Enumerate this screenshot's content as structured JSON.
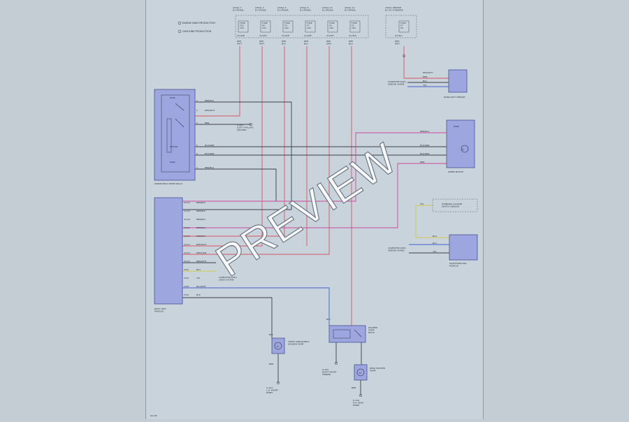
{
  "sheet_code": "9A-1M",
  "legend": {
    "items": [
      "ENGINE MAIN PRODUCTION",
      "GASOLINE PRODUCTION"
    ]
  },
  "fuse_box": {
    "labels": [
      "LOCAL 3\nB+/TRANS.",
      "LOCAL 4\nB+/TRANS.",
      "LOCAL 5\nB+/TRANS.",
      "LOCAL 6\nB+/TRANS.",
      "LOCAL 10\nB+/TRANS.",
      "LOCAL 12\nB+/TRANS."
    ],
    "fuses": [
      "FUSE\nF10\n15A",
      "FUSE\nF8\n15A",
      "FUSE\nF9\n10A",
      "FUSE\nF7\n10A",
      "FUSE\nF6\n10A",
      "FUSE\nF5\n15A"
    ],
    "pins": [
      "X1/42B",
      "X1/42C",
      "X1/42D",
      "X1/42E",
      "X1/42F",
      "X1/42G"
    ],
    "wires": [
      "RED\nWHT",
      "RED\nWHT",
      "RED\nBLK",
      "RED\nBLU",
      "RED\nGRN",
      "RED\nBLU"
    ]
  },
  "fuse_right": {
    "label": "LOCAL SENSOR\nB+/AC FORWARD",
    "fuse": "FUSE\nF7\n5A",
    "pin": "X1/41A",
    "wire": "RED\nWHT"
  },
  "relay_left": {
    "label": "WINDSHIELD WIPER RELAY",
    "inner_top": "PARK",
    "inner_mid": "MOTOR",
    "inner_bottom": "PARK"
  },
  "relay_left_wires": [
    {
      "pin": "1",
      "text": "BRN/BLK"
    },
    {
      "pin": "2",
      "text": "RED/WHT"
    },
    {
      "pin": "3",
      "text": "BRN"
    },
    {
      "pin": "5",
      "text": "BLK/GRN"
    },
    {
      "pin": "6",
      "text": "BLK/GRN"
    },
    {
      "pin": "4",
      "text": "BRN/BLK"
    }
  ],
  "ground_note": "G-201\n(LEFT A-PILLAR)\nGROUND",
  "motor": {
    "label": "WIPER MOTOR",
    "inner": "PARK"
  },
  "motor_wires": [
    "BRN/BLK",
    "BLK/GRN",
    "BLK/GRN",
    "BRN"
  ],
  "rain_sensor": {
    "label": "RAIN/LIGHT SENSOR"
  },
  "rain_wires": [
    "RED/WHT",
    "BRN",
    "BLU",
    "YEL"
  ],
  "computer_note": "COMPUTER DATA\nSENSOR SHARE",
  "steering": {
    "label": "STEERING COLUMN\nSWITCH SENSOR",
    "wire": "YEL"
  },
  "multifunction": {
    "label": "MULTIFUNCTION\nMODULE",
    "wires": [
      "BLU",
      "BLU",
      "YEL"
    ]
  },
  "bcm": {
    "label": "BODY UNIT\nMODULE"
  },
  "bcm_wires": [
    {
      "pin": "X1/32",
      "text": "BRN/BLK"
    },
    {
      "pin": "X1/33",
      "text": "BRN/BLK"
    },
    {
      "pin": "X1/34",
      "text": "BRN/BLK"
    },
    {
      "pin": "X1/11",
      "text": "BRN/BLK"
    },
    {
      "pin": "X2/12",
      "text": "RED/BLU"
    },
    {
      "pin": "X2/13",
      "text": "RED/WHT"
    },
    {
      "pin": "X2/14",
      "text": "RED/GRN"
    },
    {
      "pin": "X2/15",
      "text": "BRN/WHT"
    },
    {
      "pin": "X3/5",
      "text": "BLU"
    },
    {
      "pin": "X3/6",
      "text": "YEL"
    },
    {
      "pin": "X3/8",
      "text": "BLU/WHT"
    },
    {
      "pin": "X3/9",
      "text": "BLK"
    }
  ],
  "bcm_note": "COMPUTER DATA\nLINES SYSTEM",
  "washer_pump": {
    "label": "WASHER\nPUMP\nRELAY",
    "wire": "BLU",
    "inner": "M"
  },
  "washer_ground": "G-202\nRIGHT FRONT\nFENDER",
  "wash_motor_left": {
    "label": "FRONT WINDSHIELD\nWASHER PUMP",
    "wire_top": "BLK",
    "wire_bottom": "BRN"
  },
  "wash_ground_left": "G-103\nL.H. FRONT\nPANEL",
  "wash_motor_right": {
    "label": "REAR WASHER\nPUMP",
    "wire_bottom": "BRN"
  },
  "wash_ground_right": "G-104\nR.H. REAR\nPANEL",
  "watermark": "PREVIEW",
  "colors": {
    "red": "#d9535f",
    "pink": "#c94a9a",
    "blue": "#3f5fcf",
    "black": "#3a3f47",
    "yellow": "#cfc84a",
    "brown": "#8a6a4a",
    "module": "#9ea6e0",
    "module_stroke": "#45508f"
  }
}
